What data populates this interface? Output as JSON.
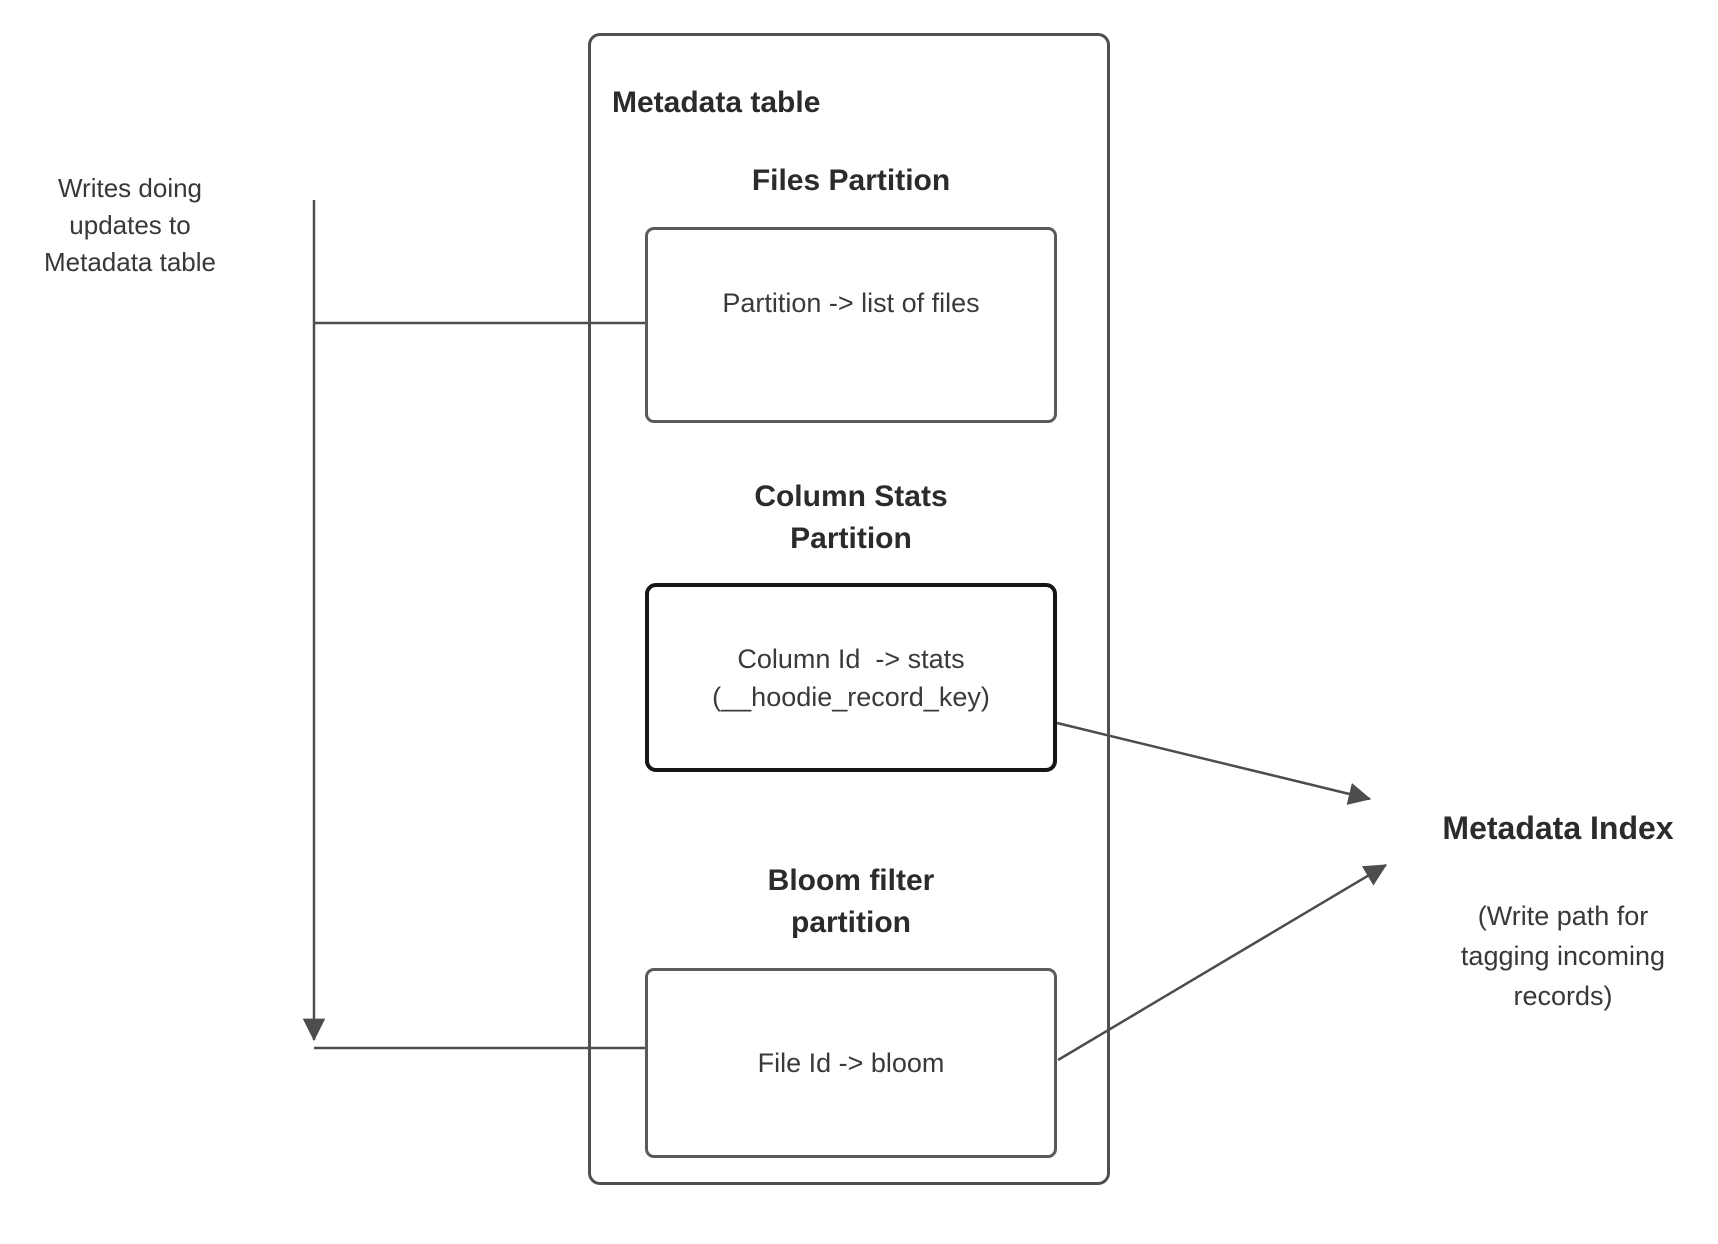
{
  "notes": {
    "writes_label": "Writes doing updates to Metadata table"
  },
  "metadata_table": {
    "title": "Metadata table",
    "sections": [
      {
        "heading": "Files Partition",
        "lines": [
          "Partition -> list of files"
        ]
      },
      {
        "heading": "Column Stats Partition",
        "lines": [
          "Column Id  -> stats",
          "(__hoodie_record_key)"
        ]
      },
      {
        "heading": "Bloom filter partition",
        "lines": [
          "File Id -> bloom"
        ]
      }
    ]
  },
  "metadata_index": {
    "title": "Metadata Index",
    "subtitle": "(Write path for tagging incoming records)"
  },
  "colors": {
    "background": "#ffffff",
    "box_border": "#5a5a5a",
    "emphasis_border": "#161616",
    "connector": "#4d4d4d",
    "text": "#333333"
  }
}
